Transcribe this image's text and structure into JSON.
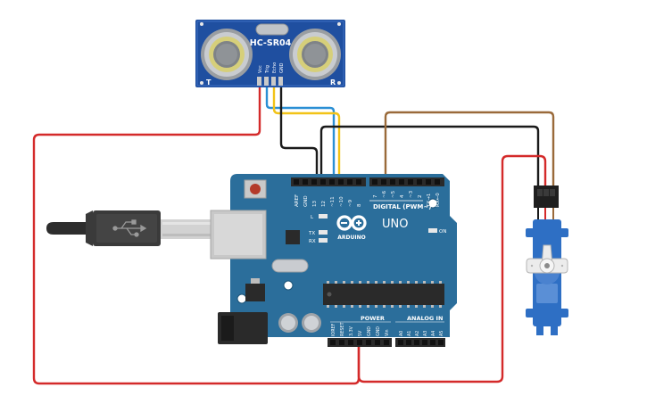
{
  "sensor": {
    "model": "HC-SR04",
    "pins": [
      "Vcc",
      "Trig",
      "Echo",
      "GND"
    ],
    "t_label": "T",
    "r_label": "R"
  },
  "arduino": {
    "logo": "ARDUINO",
    "model": "UNO",
    "digital_header": "DIGITAL (PWM~)",
    "digital_pins": [
      "AREF",
      "GND",
      "13",
      "12",
      "~11",
      "~10",
      "~9",
      "8",
      "7",
      "~6",
      "~5",
      "4",
      "~3",
      "2",
      "TX→1",
      "RX←0"
    ],
    "leds": [
      "L",
      "TX",
      "RX"
    ],
    "on_label": "ON",
    "power_header": "POWER",
    "power_pins": [
      "IOREF",
      "RESET",
      "3.3V",
      "5V",
      "GND",
      "GND",
      "Vin"
    ],
    "analog_header": "ANALOG IN",
    "analog_pins": [
      "A0",
      "A1",
      "A2",
      "A3",
      "A4",
      "A5"
    ]
  },
  "colors": {
    "board": "#2b6e9b",
    "wire_red": "#d42a2a",
    "wire_black": "#1a1a1a",
    "wire_blue": "#2a8fd4",
    "wire_yellow": "#f2c317",
    "wire_brown": "#9a6a3a",
    "sensor_board": "#1f4fa0",
    "servo": "#2e6fc4"
  },
  "icons": [
    "usb-plug-icon",
    "usb-symbol-icon",
    "arduino-infinity-logo-icon"
  ]
}
